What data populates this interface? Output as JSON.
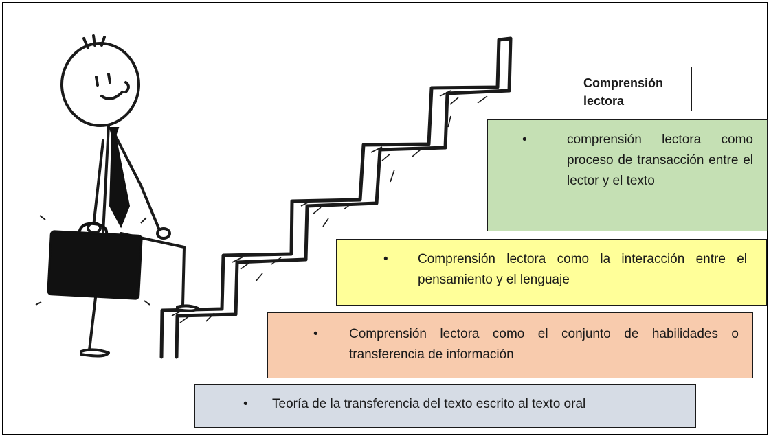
{
  "title_box": {
    "text": "Comprensión lectora"
  },
  "levels": [
    {
      "bullet": "•",
      "text": "comprensión lectora como proceso de transacción entre el lector y el texto",
      "color": "#c5e0b4"
    },
    {
      "bullet": "•",
      "text": "Comprensión lectora como la interacción entre el pensamiento y el lenguaje",
      "color": "#ffff99"
    },
    {
      "bullet": "•",
      "text": "Comprensión lectora como el conjunto de habilidades o transferencia de información",
      "color": "#f8cbad"
    },
    {
      "bullet": "•",
      "text": "Teoría de la transferencia del texto escrito al texto oral",
      "color": "#d6dce5"
    }
  ],
  "illustration": {
    "subject": "cartoon businessman with briefcase climbing stairs"
  }
}
